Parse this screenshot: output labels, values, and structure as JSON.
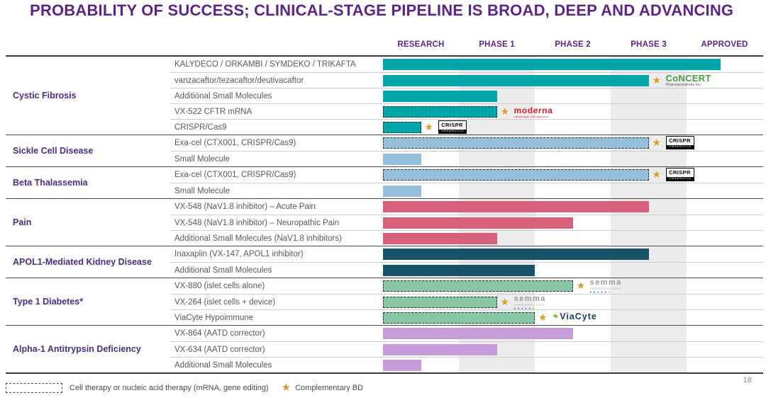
{
  "title": "PROBABILITY OF SUCCESS; CLINICAL-STAGE PIPELINE IS BROAD, DEEP AND ADVANCING",
  "page_number": "18",
  "columns": [
    "RESEARCH",
    "PHASE 1",
    "PHASE 2",
    "PHASE 3",
    "APPROVED"
  ],
  "legend": {
    "dashed_label": "Cell therapy or nucleic acid therapy (mRNA, gene editing)",
    "star_label": "Complementary BD"
  },
  "icons": {
    "star": "★",
    "viacyte_mark": "✦",
    "dot": "●"
  },
  "colors": {
    "title_purple": "#5B2487",
    "disease_purple": "#4B2E83",
    "star_gold": "#D4A02A",
    "phase_band_gray": "#ECECEC"
  },
  "logos": {
    "concert": {
      "name": "CoNCERT",
      "sub": "Pharmaceuticals Inc.",
      "color": "#4E9B47"
    },
    "moderna": {
      "name": "moderna",
      "sub": "messenger therapeutics",
      "color": "#D2232A"
    },
    "crispr": {
      "name": "CRISPR",
      "sub": "THERAPEUTICS",
      "color": "#111111"
    },
    "semma": {
      "name": "semma",
      "sub": "THERAPEUTICS",
      "color": "#9A9A9A"
    },
    "viacyte": {
      "name": "ViaCyte",
      "sub": "",
      "color": "#1B3F5F"
    }
  },
  "chart_data": {
    "type": "bar",
    "title": "Clinical-stage pipeline by development phase",
    "x_axis": [
      "RESEARCH",
      "PHASE 1",
      "PHASE 2",
      "PHASE 3",
      "APPROVED"
    ],
    "units_note": "end = rightmost extent of bar in phase-column units (1 unit = one phase column)",
    "groups": [
      {
        "name": "Cystic Fibrosis",
        "color": "#00A5A8",
        "rows": [
          {
            "label": "KALYDECO / ORKAMBI / SYMDEKO / TRIKAFTA",
            "end": 4.45,
            "stage": "Approved",
            "dashed": false,
            "star": false
          },
          {
            "label": "vanzacaftor/tezacaftor/deutivacaftor",
            "end": 3.5,
            "stage": "Phase 3",
            "dashed": false,
            "star": true,
            "logo": "concert"
          },
          {
            "label": "Additional Small Molecules",
            "end": 1.5,
            "stage": "Phase 1",
            "dashed": false,
            "star": false
          },
          {
            "label": "VX-522 CFTR mRNA",
            "end": 1.5,
            "stage": "Phase 1",
            "dashed": true,
            "star": true,
            "logo": "moderna"
          },
          {
            "label": "CRISPR/Cas9",
            "end": 0.5,
            "stage": "Research",
            "dashed": true,
            "star": true,
            "logo": "crispr"
          }
        ]
      },
      {
        "name": "Sickle Cell Disease",
        "color": "#96BFDB",
        "rows": [
          {
            "label": "Exa-cel (CTX001, CRISPR/Cas9)",
            "end": 3.5,
            "stage": "Phase 3",
            "dashed": true,
            "star": true,
            "logo": "crispr"
          },
          {
            "label": "Small Molecule",
            "end": 0.5,
            "stage": "Research",
            "dashed": false,
            "star": false
          }
        ]
      },
      {
        "name": "Beta Thalassemia",
        "color": "#96BFDB",
        "rows": [
          {
            "label": "Exa-cel (CTX001, CRISPR/Cas9)",
            "end": 3.5,
            "stage": "Phase 3",
            "dashed": true,
            "star": true,
            "logo": "crispr"
          },
          {
            "label": "Small Molecule",
            "end": 0.5,
            "stage": "Research",
            "dashed": false,
            "star": false
          }
        ]
      },
      {
        "name": "Pain",
        "color": "#D5607A",
        "rows": [
          {
            "label": "VX-548 (NaV1.8 inhibitor) – Acute Pain",
            "end": 3.5,
            "stage": "Phase 3",
            "dashed": false,
            "star": false
          },
          {
            "label": "VX-548 (NaV1.8 inhibitor) – Neuropathic Pain",
            "end": 2.5,
            "stage": "Phase 2",
            "dashed": false,
            "star": false
          },
          {
            "label": "Additional Small Molecules (NaV1.8 inhibitors)",
            "end": 1.5,
            "stage": "Phase 1",
            "dashed": false,
            "star": false
          }
        ]
      },
      {
        "name": "APOL1-Mediated Kidney Disease",
        "color": "#175368",
        "rows": [
          {
            "label": "Inaxaplin (VX-147, APOL1 inhibitor)",
            "end": 3.5,
            "stage": "Phase 3",
            "dashed": false,
            "star": false
          },
          {
            "label": "Additional Small Molecules",
            "end": 2.0,
            "stage": "Phase 1 complete",
            "dashed": false,
            "star": false
          }
        ]
      },
      {
        "name": "Type 1 Diabetes*",
        "color": "#88C7A4",
        "rows": [
          {
            "label": "VX-880 (islet cells alone)",
            "end": 2.5,
            "stage": "Phase 2",
            "dashed": true,
            "star": true,
            "logo": "semma"
          },
          {
            "label": "VX-264 (islet cells + device)",
            "end": 1.5,
            "stage": "Phase 1",
            "dashed": true,
            "star": true,
            "logo": "semma"
          },
          {
            "label": "ViaCyte Hypoimmune",
            "end": 2.0,
            "stage": "Phase 1 complete",
            "dashed": true,
            "star": true,
            "logo": "viacyte"
          }
        ]
      },
      {
        "name": "Alpha-1 Antitrypsin Deficiency",
        "color": "#C79CD8",
        "rows": [
          {
            "label": "VX-864 (AATD corrector)",
            "end": 2.5,
            "stage": "Phase 2",
            "dashed": false,
            "star": false
          },
          {
            "label": "VX-634 (AATD corrector)",
            "end": 1.5,
            "stage": "Phase 1",
            "dashed": false,
            "star": false
          },
          {
            "label": "Additional Small Molecules",
            "end": 0.5,
            "stage": "Research",
            "dashed": false,
            "star": false
          }
        ]
      }
    ]
  }
}
